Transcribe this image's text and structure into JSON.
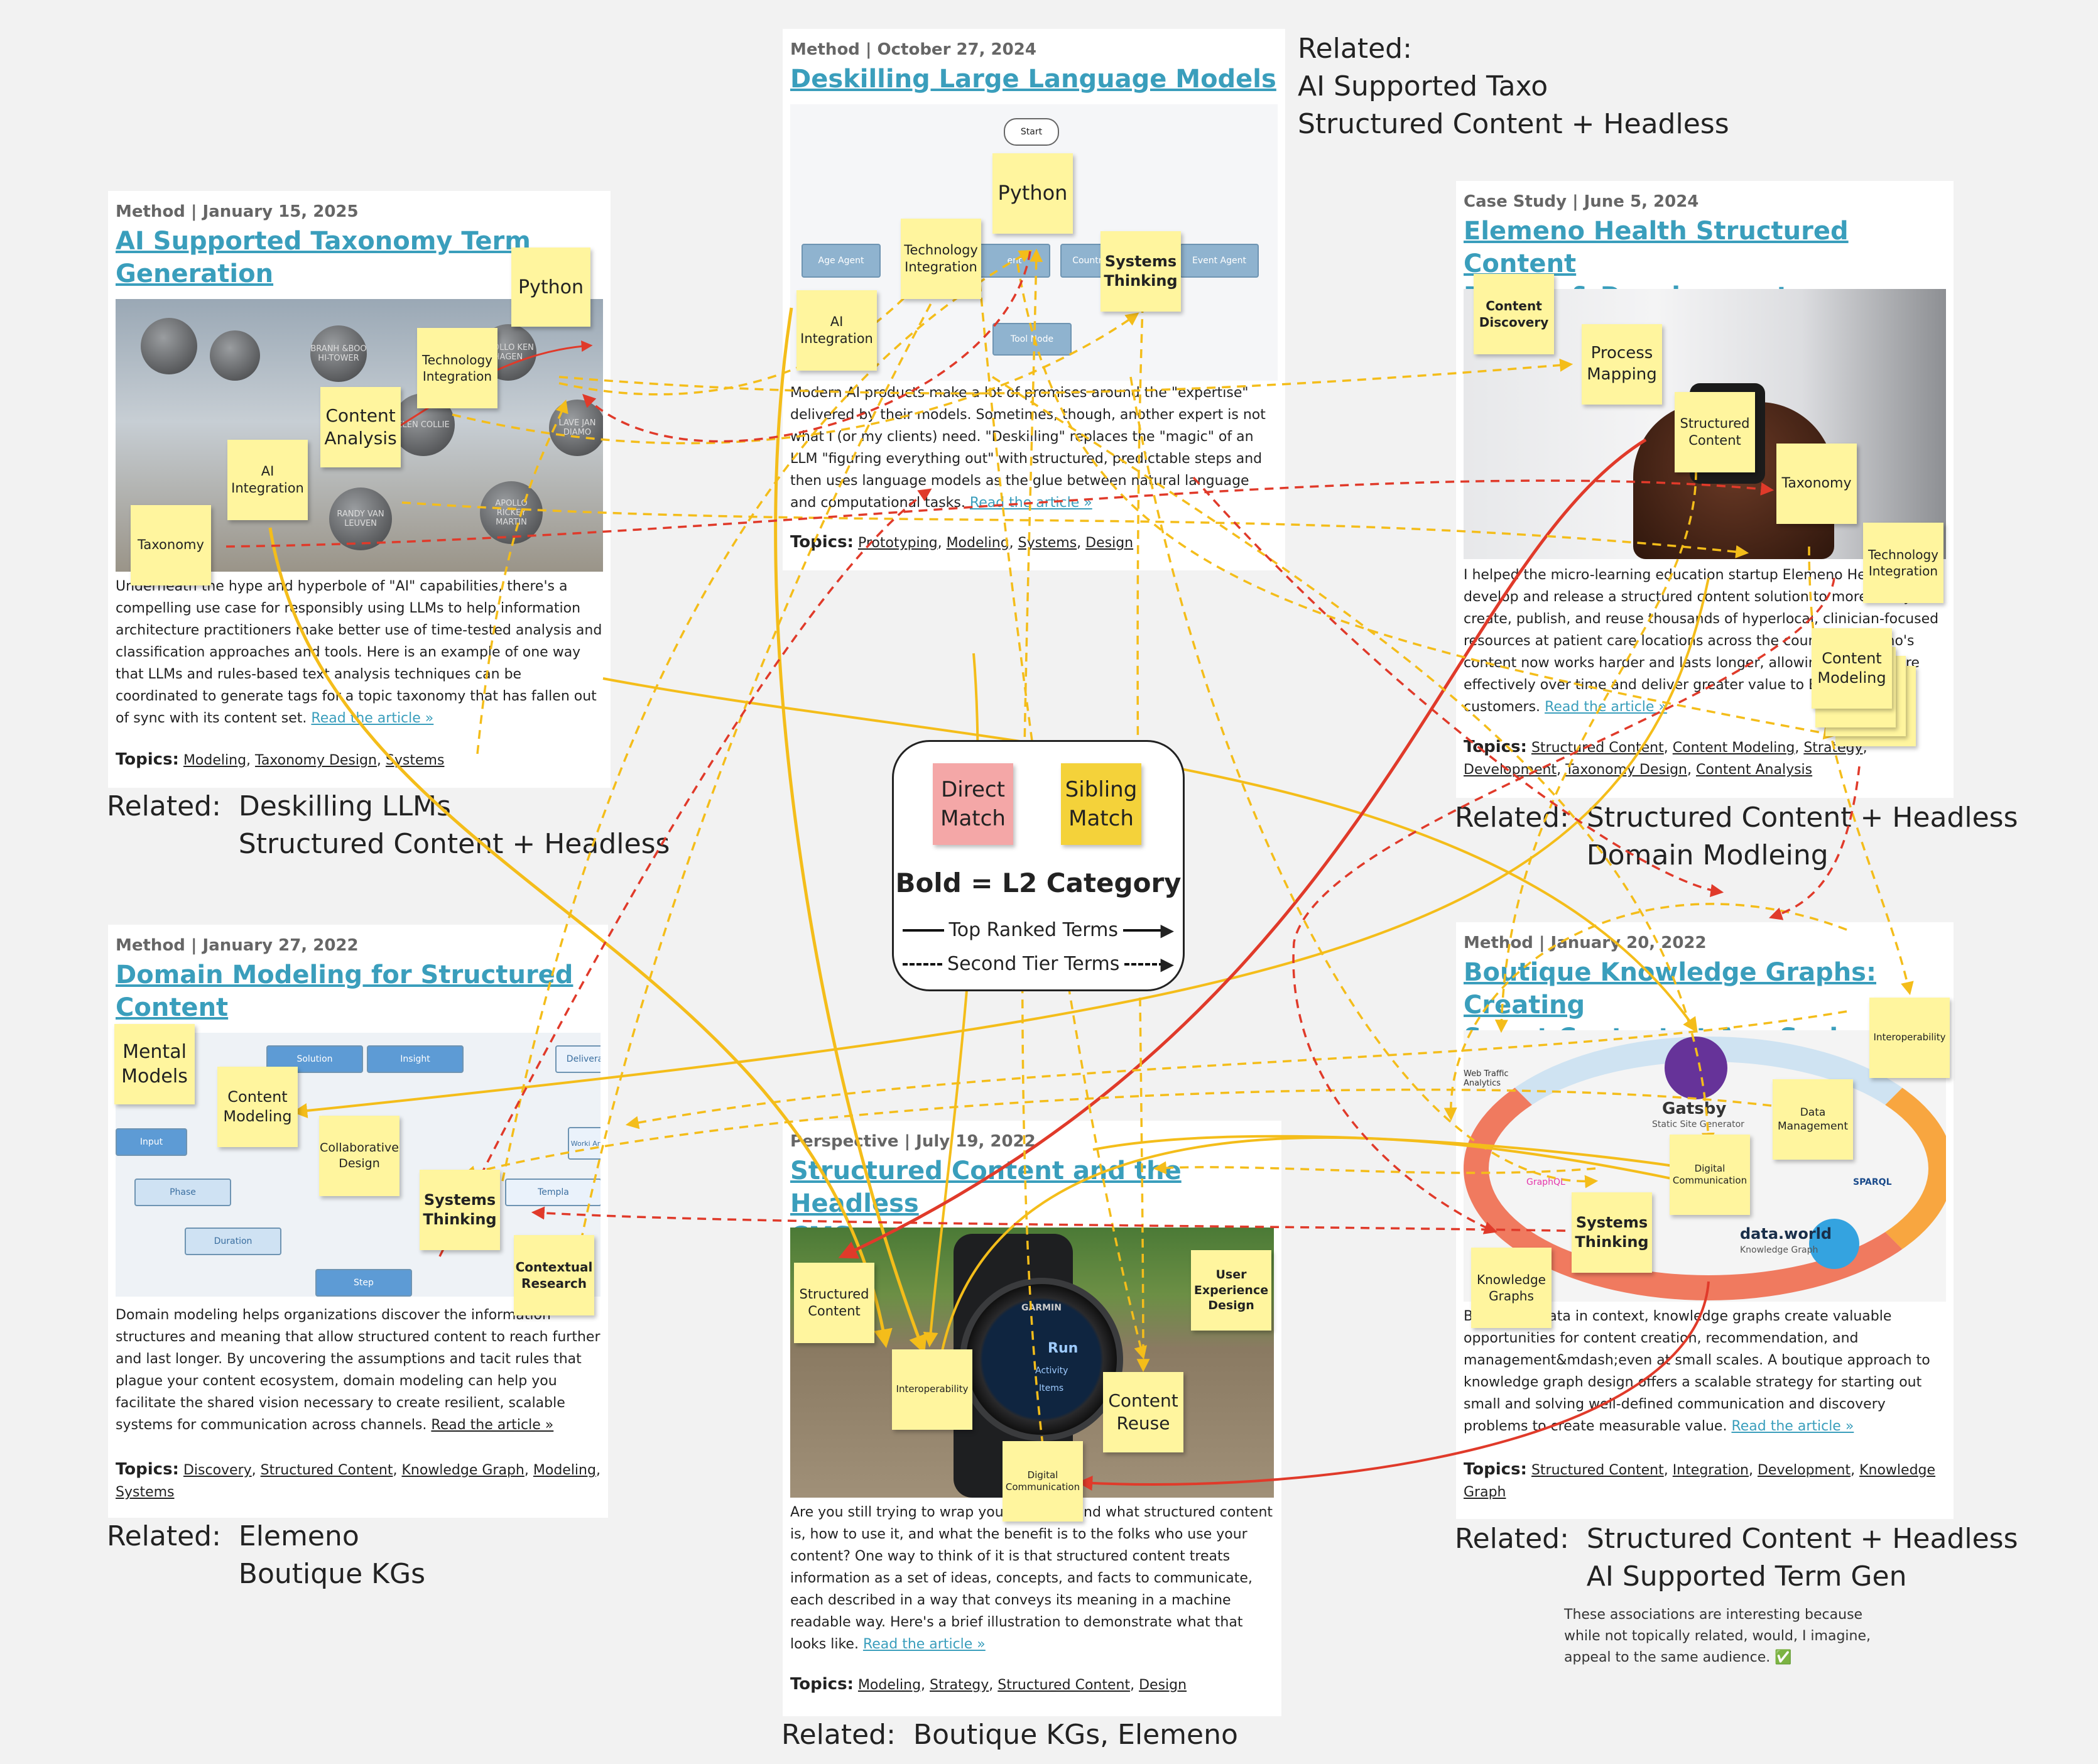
{
  "cards": {
    "ai_tax": {
      "meta": "Method | January 15, 2025",
      "title_line1": "AI Supported Taxonomy Term",
      "title_line2": "Generation",
      "body": "Underneath the hype and hyperbole of \"AI\" capabilities, there's a compelling use case for responsibly using LLMs to help information architecture practitioners make better use of time-tested analysis and classification approaches and tools. Here is an example of one way that LLMs and rules-based text analysis techniques can be coordinated to generate tags for a topic taxonomy that has fallen out of sync with its content set.",
      "read": "Read the article »",
      "topics_label": "Topics:",
      "topics": [
        "Modeling",
        "Taxonomy Design",
        "Systems"
      ],
      "image_tags": [
        "BRANH &BOO HI-TOWER",
        "APOLLO KEN HAGEN",
        "ELEN COLLIE",
        "RANDY VAN LEUVEN",
        "APOLLO RICKEY MARTIN",
        "LAVE JAN DIAMO"
      ]
    },
    "deskill": {
      "meta": "Method | October 27, 2024",
      "title": "Deskilling Large Language Models",
      "body": "Modern AI products make a lot of promises around the \"expertise\" delivered by their models. Sometimes, though, another expert is not what I (or my clients) need. \"Deskilling\" replaces the \"magic\" of an LLM \"figuring everything out\" with structured, predictable steps and then uses language models as the glue between natural language and computational tasks.",
      "read": "Read the article »",
      "topics_label": "Topics:",
      "topics": [
        "Prototyping",
        "Modeling",
        "Systems",
        "Design"
      ],
      "diagram": {
        "start": "Start",
        "age_agent": "Age Agent",
        "country": "Country",
        "event_agent": "Event Agent",
        "tool_node": "Tool Node",
        "ent": "ent"
      }
    },
    "elemeno": {
      "meta": "Case Study | June 5, 2024",
      "title_line1": "Elemeno Health Structured Content",
      "title_line2": "Design & Development",
      "body": "I helped the micro-learning education startup Elemeno Health develop and release a structured content solution to more easily create, publish, and reuse thousands of hyperlocal, clinician-focused resources at patient care locations across the country. Elemeno's content now works harder and lasts longer, allowing it to be more effectively over time and deliver greater value to Elemeno's customers.",
      "read": "Read the article »",
      "topics_label": "Topics:",
      "topics": [
        "Structured Content",
        "Content Modeling",
        "Strategy",
        "Development",
        "Taxonomy Design",
        "Content Analysis"
      ]
    },
    "domain": {
      "meta": "Method | January 27, 2022",
      "title_line1": "Domain Modeling for Structured",
      "title_line2": "Content",
      "body": "Domain modeling helps organizations discover the information structures and meaning that allow structured content to reach further and last longer. By uncovering the assumptions and tacit rules that plague your content ecosystem, domain modeling can help you facilitate the shared vision necessary to create resilient, scalable systems for communication across channels.",
      "read": "Read the article »",
      "topics_label": "Topics:",
      "topics": [
        "Discovery",
        "Structured Content",
        "Knowledge Graph",
        "Modeling",
        "Systems"
      ],
      "diagram": {
        "solution": "Solution",
        "insight": "Insight",
        "deliverable": "Delivera",
        "input": "Input",
        "phase": "Phase",
        "template": "Templa",
        "duration": "Duration",
        "step": "Step",
        "working": "Worki Artifa"
      }
    },
    "headless": {
      "meta": "Perspective | July 19, 2022",
      "title_line1": "Structured Content and the Headless",
      "title_line2": "CMS",
      "body": "Are you still trying to wrap your head around what structured content is, how to use it, and what the benefit is to the folks who use your content? One way to think of it is that structured content treats information as a set of ideas, concepts, and facts to communicate, each described in a way that conveys its meaning in a machine readable way. Here's a brief illustration to demonstrate what that looks like.",
      "read": "Read the article »",
      "topics_label": "Topics:",
      "topics": [
        "Modeling",
        "Strategy",
        "Structured Content",
        "Design"
      ],
      "watch": {
        "brand": "GARMIN",
        "run": "Run",
        "activity": "Activity",
        "items": "Items"
      }
    },
    "kg": {
      "meta": "Method | January 20, 2022",
      "title_line1": "Boutique Knowledge Graphs: Creating",
      "title_line2": "Smart Content at Any Scale",
      "body": "By putting data in context, knowledge graphs create valuable opportunities for content creation, recommendation, and management&mdash;even at small scales. A boutique approach to knowledge graph design offers a scalable strategy for starting out small and solving well-defined communication and discovery problems to create measurable value.",
      "read": "Read the article »",
      "topics_label": "Topics:",
      "topics": [
        "Structured Content",
        "Integration",
        "Development",
        "Knowledge Graph"
      ],
      "image_labels": {
        "gatsby": "Gatsby",
        "gatsby_sub": "Static Site Generator",
        "dataworld": "data.world",
        "dataworld_sub": "Knowledge Graph",
        "web": "Web Traffic Analytics",
        "sparql": "SPARQL",
        "graphql": "GraphQL"
      }
    }
  },
  "related": {
    "top": "Related:\nAI Supported Taxo\nStructured Content + Headless",
    "ai_tax": "Related:  Deskilling LLMs\n               Structured Content + Headless",
    "elemeno": "Related:  Structured Content + Headless\n               Domain Modleing",
    "domain": "Related:  Elemeno\n               Boutique KGs",
    "kg": "Related:  Structured Content + Headless\n               AI Supported Term Gen",
    "headless": "Related:  Boutique KGs, Elemeno"
  },
  "footnote": "These associations are interesting because while not topically related, would, I imagine, appeal to the same audience. ✅",
  "legend": {
    "direct": "Direct Match",
    "sibling": "Sibling Match",
    "bold_rule": "Bold = L2 Category",
    "top_ranked": "Top Ranked Terms",
    "second_tier": "Second Tier Terms",
    "direct_color": "#f4a7a7",
    "sibling_color": "#f4d23a"
  },
  "notes": {
    "ai_python": "Python",
    "ai_tech": "Technology Integration",
    "ai_content": "Content Analysis",
    "ai_ai": "AI Integration",
    "ai_tax": "Taxonomy",
    "ds_python": "Python",
    "ds_tech": "Technology Integration",
    "ds_ai": "AI Integration",
    "ds_systems": "Systems Thinking",
    "el_discovery": "Content Discovery",
    "el_process": "Process Mapping",
    "el_structured": "Structured Content",
    "el_taxonomy": "Taxonomy",
    "el_tech": "Technology Integration",
    "el_modeling": "Content Modeling",
    "dm_mental": "Mental Models",
    "dm_modeling": "Content Modeling",
    "dm_collab": "Collaborative Design",
    "dm_systems": "Systems Thinking",
    "dm_contextual": "Contextual Research",
    "hl_structured": "Structured Content",
    "hl_ux": "User Experience Design",
    "hl_interop": "Interoperability",
    "hl_reuse": "Content Reuse",
    "hl_digital": "Digital Communication",
    "kg_interop": "Interoperability",
    "kg_data": "Data Management",
    "kg_digital": "Digital Communication",
    "kg_systems": "Systems Thinking",
    "kg_knowledge": "Knowledge Graphs"
  },
  "colors": {
    "direct_line": "#e03a2a",
    "sibling_line": "#f4bd1a",
    "note": "#fff59e",
    "link": "#3a9ebc"
  }
}
